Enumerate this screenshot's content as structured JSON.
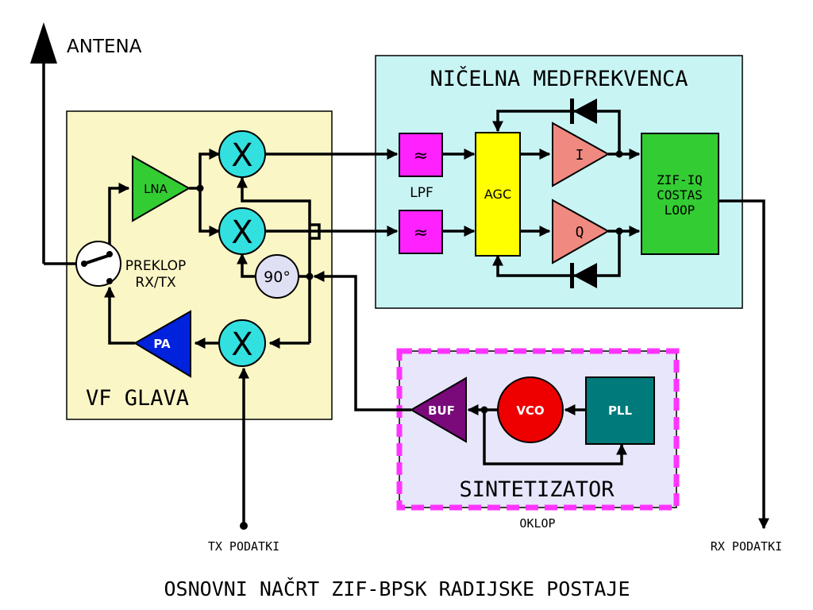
{
  "title": "OSNOVNI NAČRT ZIF-BPSK RADIJSKE POSTAJE",
  "antenna": {
    "label": "ANTENA"
  },
  "rf_head": {
    "label": "VF GLAVA",
    "color": "#fbf6c6"
  },
  "zero_if": {
    "label": "NIČELNA MEDFREKVENCA",
    "color": "#c9f4f4"
  },
  "synth": {
    "label": "SINTETIZATOR",
    "color": "#e7e6fb",
    "border_color": "#ff33ff"
  },
  "shield": {
    "label": "OKLOP"
  },
  "switch": {
    "label_line1": "PREKLOP",
    "label_line2": "RX/TX"
  },
  "lna": {
    "label": "LNA",
    "color": "#33cc33"
  },
  "pa": {
    "label": "PA",
    "color": "#0022dd"
  },
  "mixer": {
    "symbol": "X",
    "color": "#33e0e0"
  },
  "phase_shifter": {
    "label": "90°",
    "color": "#e0e0f5"
  },
  "lpf": {
    "symbol": "≈",
    "label": "LPF",
    "color": "#ff22ff"
  },
  "agc": {
    "label": "AGC",
    "color": "#ffff00"
  },
  "amp_i": {
    "label": "I",
    "color": "#f08a80"
  },
  "amp_q": {
    "label": "Q",
    "color": "#f08a80"
  },
  "costas": {
    "line1": "ZIF-IQ",
    "line2": "COSTAS",
    "line3": "LOOP",
    "color": "#33cc33"
  },
  "buf": {
    "label": "BUF",
    "color": "#7a0a7a"
  },
  "vco": {
    "label": "VCO",
    "color": "#ee0000"
  },
  "pll": {
    "label": "PLL",
    "color": "#007a7a"
  },
  "tx_data": {
    "label": "TX PODATKI"
  },
  "rx_data": {
    "label": "RX PODATKI"
  }
}
